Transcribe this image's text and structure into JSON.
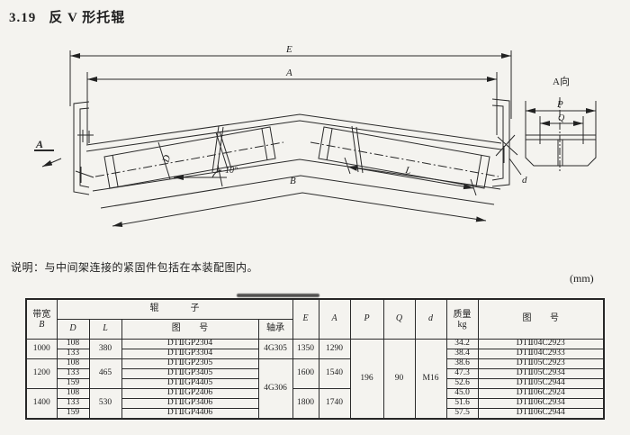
{
  "page": {
    "section_number": "3.19",
    "title": "反 V 形托辊",
    "note": "说明：与中间架连接的紧固件包括在本装配图内。",
    "unit_label": "(mm)"
  },
  "drawing": {
    "labels": {
      "e": "E",
      "a": "A",
      "b": "B",
      "d_upper": "D",
      "l": "L",
      "angle": "10°",
      "d_lower": "d",
      "section_mark": "A",
      "view_label": "A向",
      "p": "P",
      "q": "Q"
    }
  },
  "table": {
    "headers": {
      "band_width": "带宽",
      "band_width_sym": "B",
      "roller_group": "辊子",
      "d": "D",
      "l": "L",
      "roller_no": "图 号",
      "bearing": "轴承",
      "e": "E",
      "a": "A",
      "p": "P",
      "q": "Q",
      "dia": "d",
      "mass_label": "质量",
      "mass_unit": "kg",
      "assembly_no": "图 号"
    },
    "rows": [
      {
        "b": "1000",
        "d": "108",
        "l": "380",
        "roller_no": "DTⅡGP2304",
        "bearing": "4G305",
        "e": "1350",
        "a": "1290",
        "p": "196",
        "q": "90",
        "dia": "M16",
        "mass": "34.2",
        "assembly_no": "DTⅡ04C2923"
      },
      {
        "d": "133",
        "roller_no": "DTⅡGP3304",
        "mass": "38.4",
        "assembly_no": "DTⅡ04C2933"
      },
      {
        "b": "1200",
        "d": "108",
        "l": "465",
        "roller_no": "DTⅡGP2305",
        "bearing": "4G306",
        "e": "1600",
        "a": "1540",
        "mass": "38.6",
        "assembly_no": "DTⅡ05C2923"
      },
      {
        "d": "133",
        "roller_no": "DTⅡGP3405",
        "mass": "47.3",
        "assembly_no": "DTⅡ05C2934"
      },
      {
        "d": "159",
        "roller_no": "DTⅡGP4405",
        "mass": "52.6",
        "assembly_no": "DTⅡ05C2944"
      },
      {
        "b": "1400",
        "d": "108",
        "l": "530",
        "roller_no": "DTⅡGP2406",
        "e": "1800",
        "a": "1740",
        "mass": "45.0",
        "assembly_no": "DTⅡ06C2924"
      },
      {
        "d": "133",
        "roller_no": "DTⅡGP3406",
        "mass": "51.6",
        "assembly_no": "DTⅡ06C2934"
      },
      {
        "d": "159",
        "roller_no": "DTⅡGP4406",
        "mass": "57.5",
        "assembly_no": "DTⅡ06C2944"
      }
    ]
  }
}
